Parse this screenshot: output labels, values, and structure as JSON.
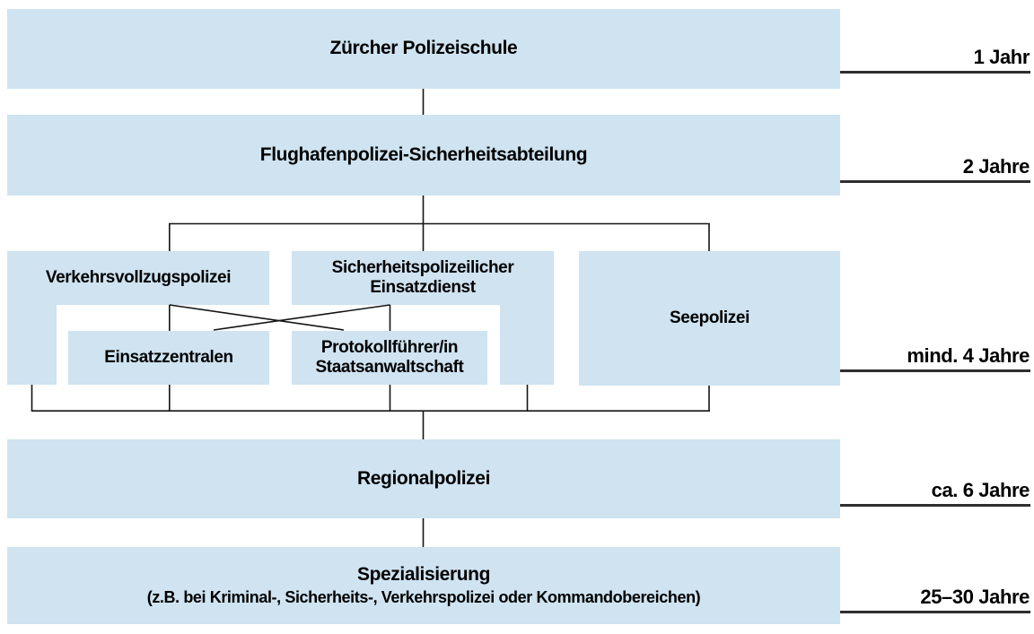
{
  "boxes": {
    "polizeischule": "Zürcher Polizeischule",
    "flughafenpolizei": "Flughafenpolizei-Sicherheitsabteilung",
    "verkehrsvollzugspolizei": "Verkehrsvollzugspolizei",
    "sicherheitspolizeilicher_line1": "Sicherheitspolizeilicher",
    "sicherheitspolizeilicher_line2": "Einsatzdienst",
    "seepolizei": "Seepolizei",
    "einsatzzentralen": "Einsatzzentralen",
    "protokollfuehrer_line1": "Protokollführer/in",
    "protokollfuehrer_line2": "Staatsanwaltschaft",
    "regionalpolizei": "Regionalpolizei",
    "spezialisierung_line1": "Spezialisierung",
    "spezialisierung_line2": "(z.B. bei Kriminal-, Sicherheits-, Verkehrspolizei oder Kommandobereichen)"
  },
  "timeline": {
    "y1": "1 Jahr",
    "y2": "2 Jahre",
    "y3": "mind. 4 Jahre",
    "y4": "ca. 6 Jahre",
    "y5": "25–30 Jahre"
  },
  "colors": {
    "box_fill": "#cfe3f1",
    "connector": "#141414",
    "rule": "#2e2e2e",
    "text": "#000000",
    "bg": "#ffffff"
  }
}
